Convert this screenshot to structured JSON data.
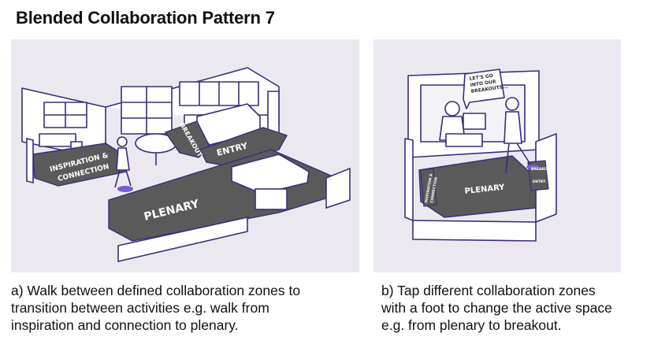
{
  "title": "Blended Collaboration Pattern 7",
  "colors": {
    "outline": "#3b2d7a",
    "zone_fill": "#5a5a5a",
    "accent": "#7b5cd6",
    "background_wash": "#ebe9ef"
  },
  "panel_a": {
    "zones": {
      "inspiration": "INSPIRATION &",
      "connection": "CONNECTION",
      "breakout": "BREAKOUT",
      "entry": "ENTRY",
      "plenary": "PLENARY"
    },
    "caption_lines": [
      "a) Walk between defined collaboration zones to",
      "transition between activities e.g. walk from",
      "inspiration and connection to plenary."
    ]
  },
  "panel_b": {
    "speech_bubble_lines": [
      "LET'S GO",
      "INTO OUR",
      "BREAKOUTS..."
    ],
    "zones": {
      "inspiration": "INSPIRATION &",
      "connection": "CONNECTION",
      "plenary": "PLENARY",
      "breakout": "BREAKOUT",
      "entry": "ENTRY"
    },
    "caption_lines": [
      "b) Tap different collaboration zones",
      "with a foot to change the active space",
      "e.g. from plenary to breakout."
    ]
  }
}
